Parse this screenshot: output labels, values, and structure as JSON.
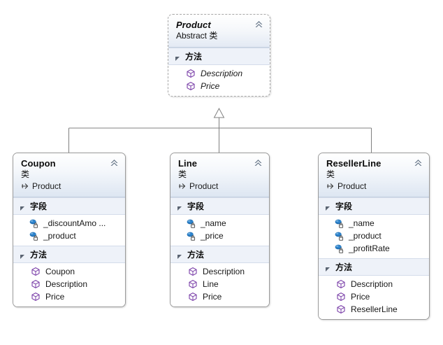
{
  "diagram": {
    "title": "Class Diagram",
    "background": "#ffffff",
    "line_color": "#808080",
    "field_icon_color": "#1f6bad",
    "method_icon_color": "#7a3fa8",
    "header_accent": "#dde6f2"
  },
  "labels": {
    "fields_section": "字段",
    "methods_section": "方法",
    "class_kind": "类",
    "abstract_class_kind": "Abstract 类"
  },
  "classes": [
    {
      "id": "product",
      "name": "Product",
      "kind": "Abstract 类",
      "abstract": true,
      "base": null,
      "fields": [],
      "methods": [
        "Description",
        "Price"
      ],
      "methods_italic": true
    },
    {
      "id": "coupon",
      "name": "Coupon",
      "kind": "类",
      "abstract": false,
      "base": "Product",
      "fields": [
        "_discountAmo ...",
        "_product"
      ],
      "methods": [
        "Coupon",
        "Description",
        "Price"
      ],
      "methods_italic": false
    },
    {
      "id": "line",
      "name": "Line",
      "kind": "类",
      "abstract": false,
      "base": "Product",
      "fields": [
        "_name",
        "_price"
      ],
      "methods": [
        "Description",
        "Line",
        "Price"
      ],
      "methods_italic": false
    },
    {
      "id": "resellerline",
      "name": "ResellerLine",
      "kind": "类",
      "abstract": false,
      "base": "Product",
      "fields": [
        "_name",
        "_product",
        "_profitRate"
      ],
      "methods": [
        "Description",
        "Price",
        "ResellerLine"
      ],
      "methods_italic": false
    }
  ],
  "relations": [
    {
      "from": "coupon",
      "to": "product",
      "type": "generalization"
    },
    {
      "from": "line",
      "to": "product",
      "type": "generalization"
    },
    {
      "from": "resellerline",
      "to": "product",
      "type": "generalization"
    }
  ],
  "icons": {
    "collapse": "collapse-chevron-icon",
    "expand_triangle": "expand-triangle-icon",
    "field": "field-lock-icon",
    "method": "method-cube-icon",
    "inherit": "inheritance-arrow-icon"
  }
}
